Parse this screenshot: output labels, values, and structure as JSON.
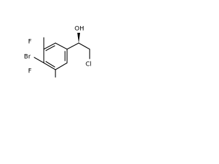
{
  "molecule": {
    "atoms": {
      "hydroxyl": "OH",
      "chlorine": "Cl",
      "bromine": "Br",
      "fluorine_top": "F",
      "fluorine_bottom": "F"
    },
    "stereo": "wedge",
    "colors": {
      "bond": "#000000",
      "label": "#000000",
      "background": "#ffffff"
    }
  }
}
